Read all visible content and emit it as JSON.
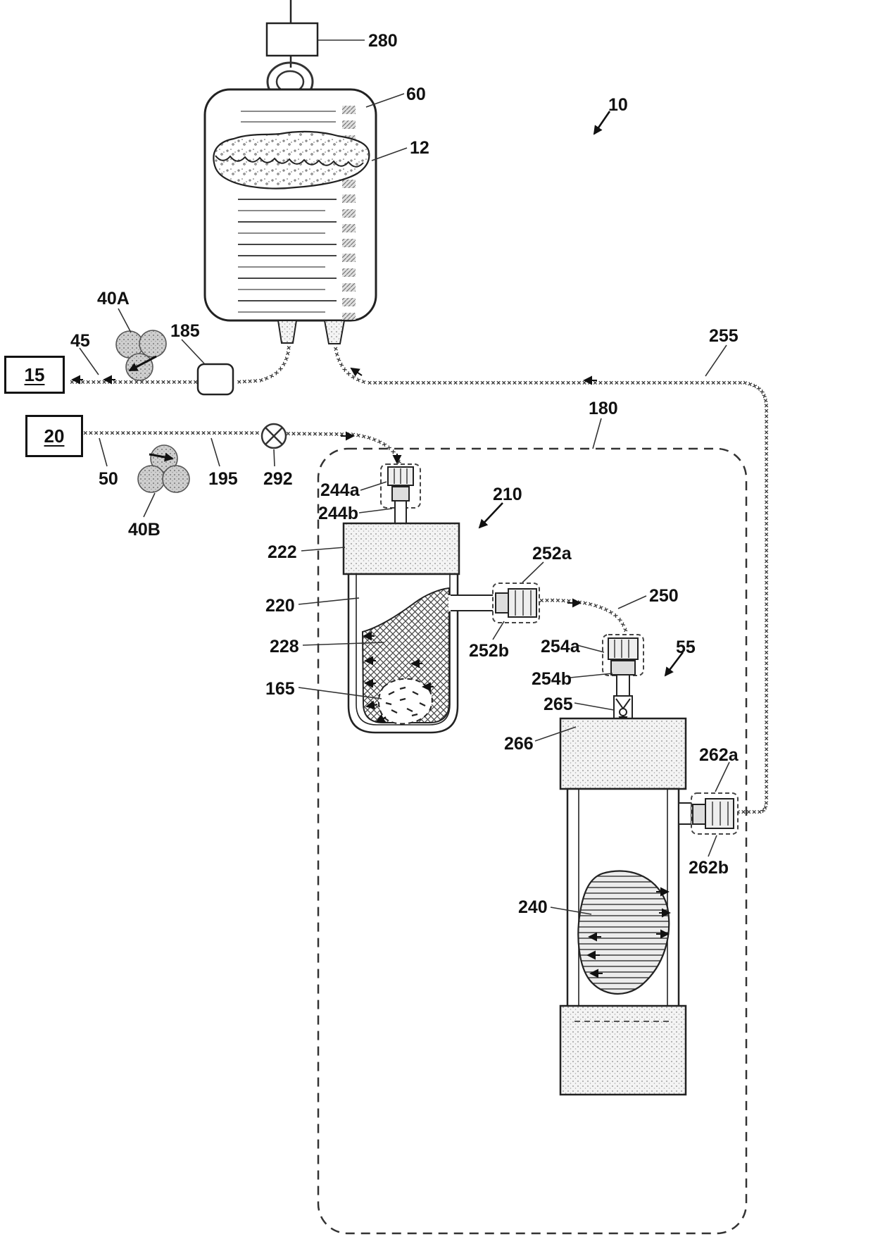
{
  "figure_labels": {
    "n280": "280",
    "n60": "60",
    "n12": "12",
    "n10": "10",
    "n40A": "40A",
    "n45": "45",
    "n185": "185",
    "n255": "255",
    "n15": "15",
    "n20": "20",
    "n50": "50",
    "n195": "195",
    "n292": "292",
    "n40B": "40B",
    "n180": "180",
    "n244a": "244a",
    "n244b": "244b",
    "n210": "210",
    "n222": "222",
    "n252a": "252a",
    "n220": "220",
    "n252b": "252b",
    "n250": "250",
    "n228": "228",
    "n254a": "254a",
    "n254b": "254b",
    "n165": "165",
    "n265": "265",
    "n55": "55",
    "n266": "266",
    "n262a": "262a",
    "n262b": "262b",
    "n240": "240"
  },
  "decor": {
    "tube_marker": "×"
  },
  "colors": {
    "line": "#222222",
    "tube": "#333333",
    "fill_dots": "#f4f4f4"
  }
}
